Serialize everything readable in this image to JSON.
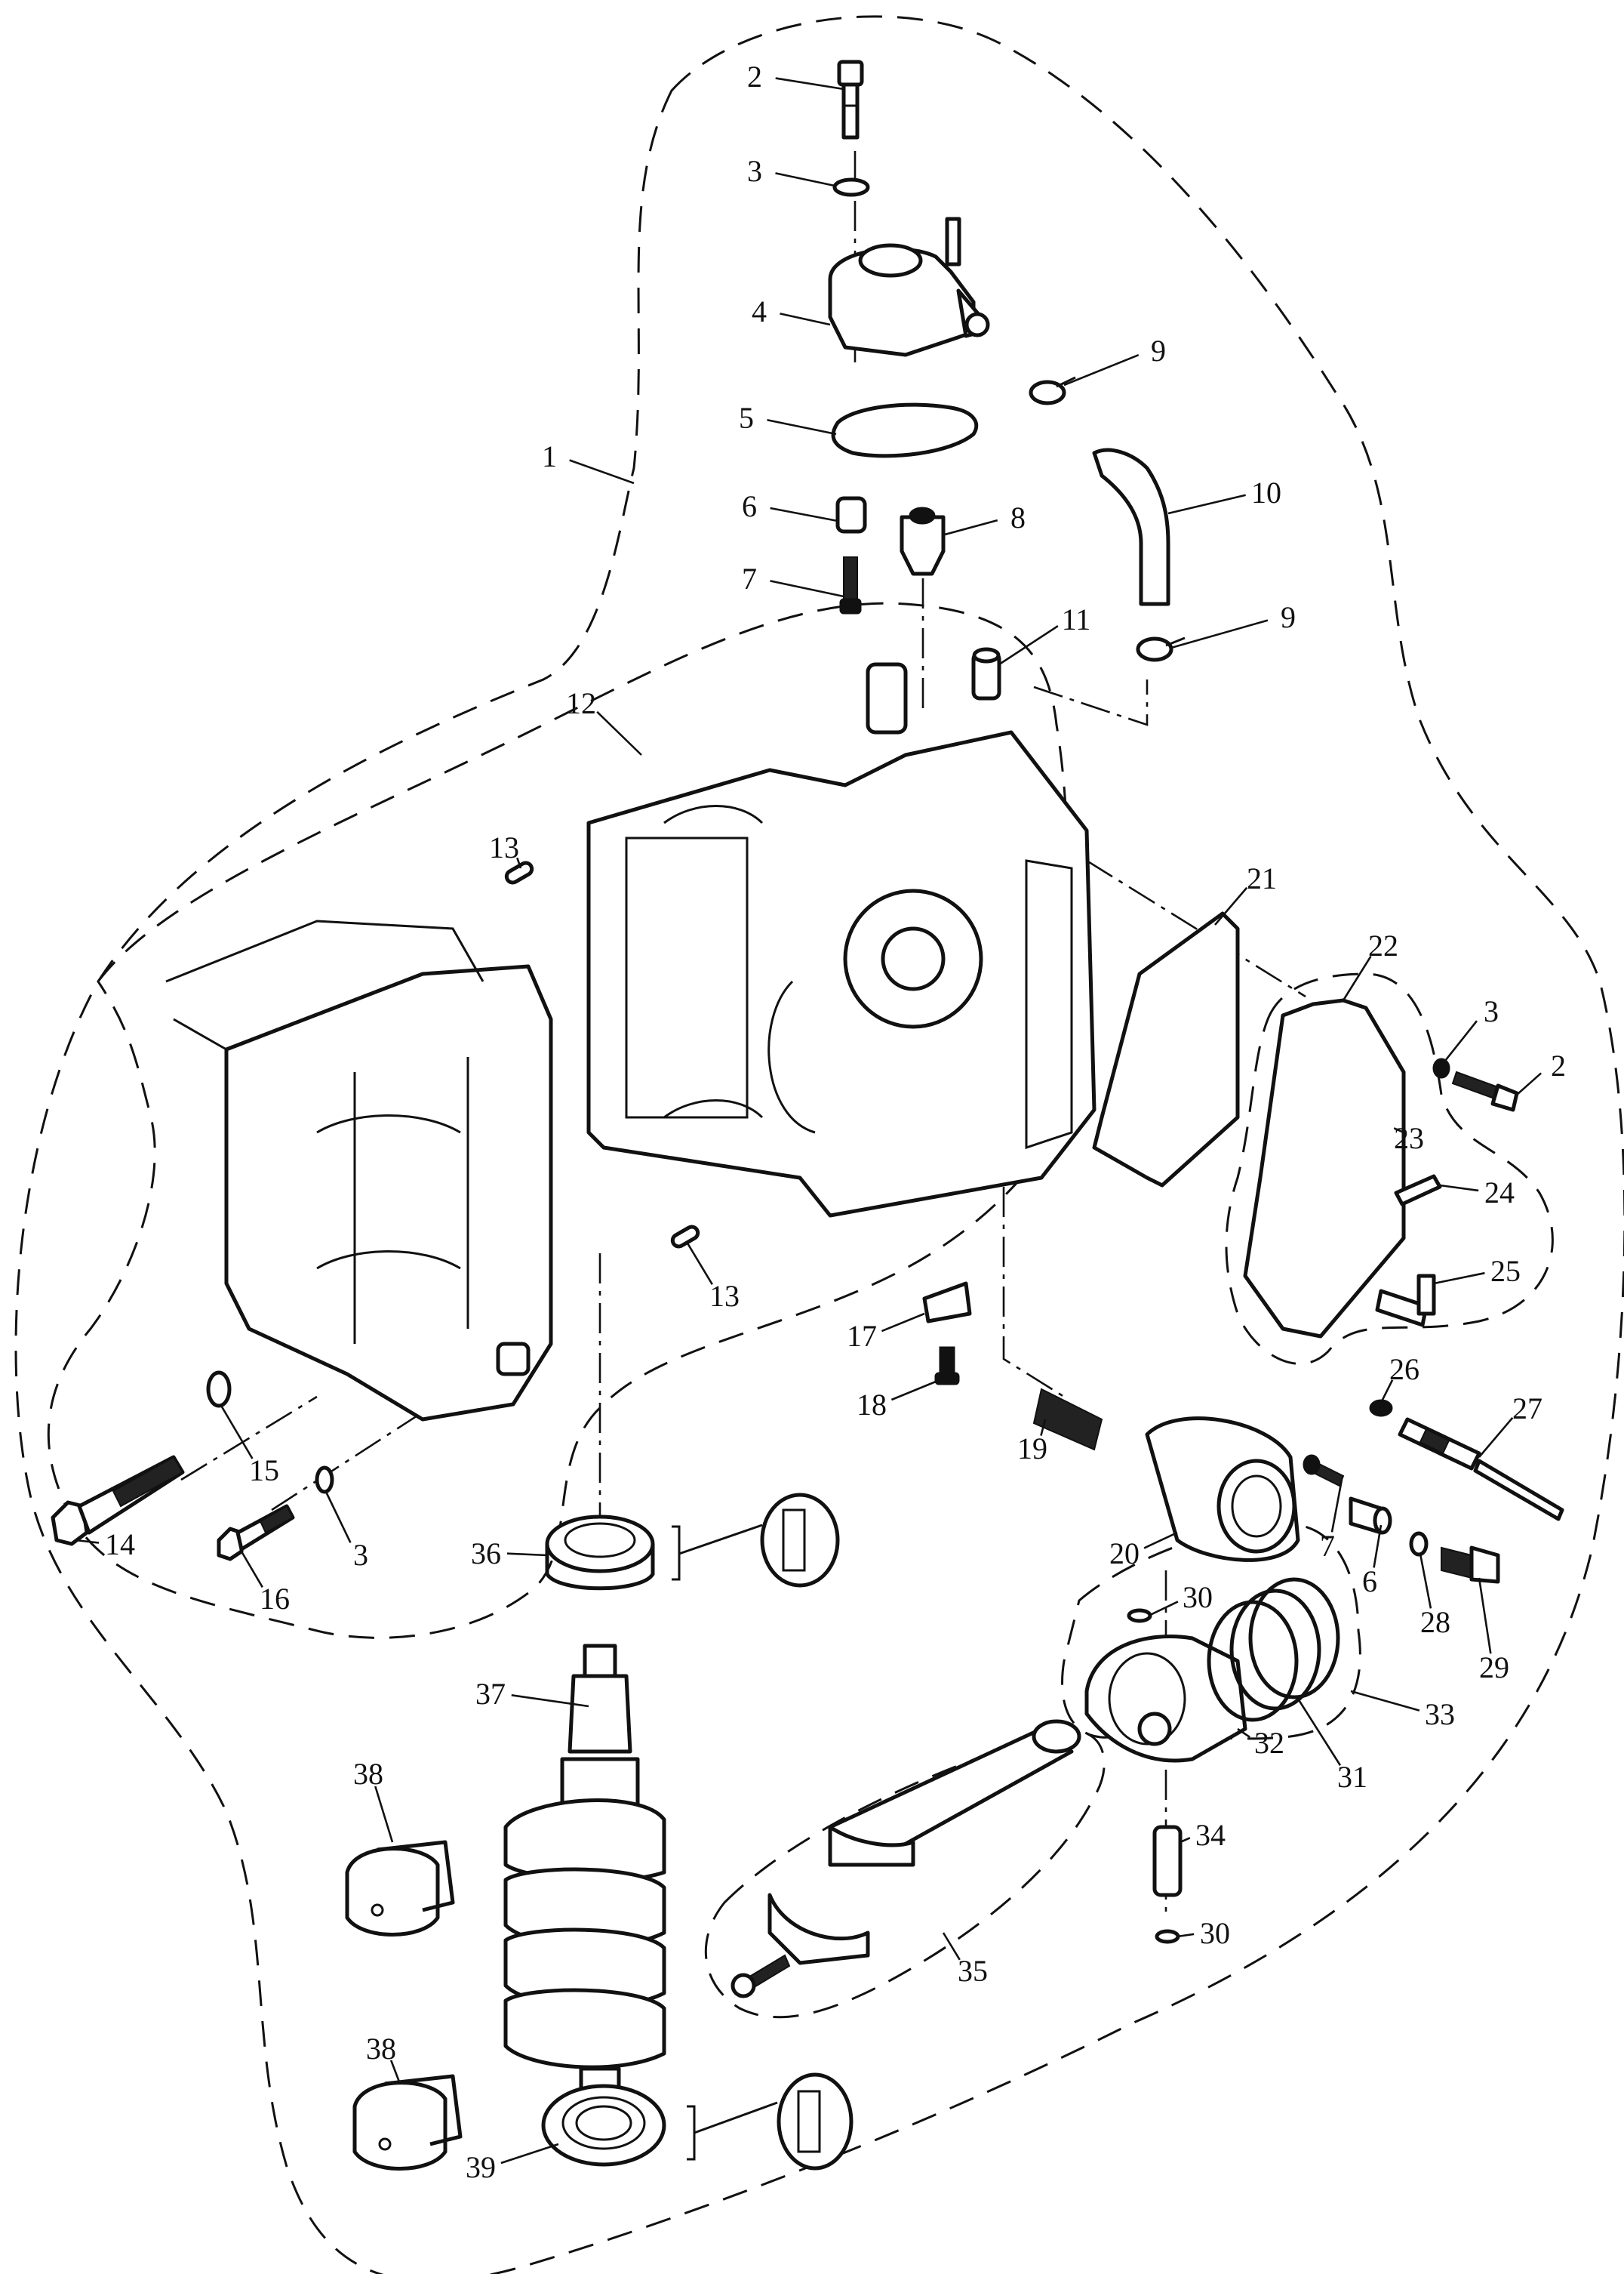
{
  "diagram": {
    "type": "exploded-parts-view",
    "subject": "outboard engine cylinder block / crankshaft / piston assembly",
    "callouts": [
      {
        "id": "c1",
        "label": "1",
        "group": "thermostat-cover-assembly"
      },
      {
        "id": "c2a",
        "label": "2"
      },
      {
        "id": "c3a",
        "label": "3"
      },
      {
        "id": "c4",
        "label": "4"
      },
      {
        "id": "c5",
        "label": "5"
      },
      {
        "id": "c6a",
        "label": "6"
      },
      {
        "id": "c7a",
        "label": "7"
      },
      {
        "id": "c8",
        "label": "8"
      },
      {
        "id": "c9a",
        "label": "9"
      },
      {
        "id": "c10",
        "label": "10"
      },
      {
        "id": "c9b",
        "label": "9"
      },
      {
        "id": "c11",
        "label": "11"
      },
      {
        "id": "c12",
        "label": "12",
        "group": "cylinder-block-assembly"
      },
      {
        "id": "c13a",
        "label": "13"
      },
      {
        "id": "c13b",
        "label": "13"
      },
      {
        "id": "c14",
        "label": "14"
      },
      {
        "id": "c15",
        "label": "15"
      },
      {
        "id": "c16",
        "label": "16"
      },
      {
        "id": "c3b",
        "label": "3"
      },
      {
        "id": "c17",
        "label": "17"
      },
      {
        "id": "c18",
        "label": "18"
      },
      {
        "id": "c19",
        "label": "19"
      },
      {
        "id": "c20",
        "label": "20"
      },
      {
        "id": "c21",
        "label": "21"
      },
      {
        "id": "c22",
        "label": "22",
        "group": "exhaust-cover-assembly"
      },
      {
        "id": "c3c",
        "label": "3"
      },
      {
        "id": "c2b",
        "label": "2"
      },
      {
        "id": "c23",
        "label": "23"
      },
      {
        "id": "c24",
        "label": "24"
      },
      {
        "id": "c25",
        "label": "25"
      },
      {
        "id": "c26",
        "label": "26"
      },
      {
        "id": "c27",
        "label": "27"
      },
      {
        "id": "c7b",
        "label": "7"
      },
      {
        "id": "c6b",
        "label": "6"
      },
      {
        "id": "c28",
        "label": "28"
      },
      {
        "id": "c29",
        "label": "29"
      },
      {
        "id": "c30a",
        "label": "30"
      },
      {
        "id": "c33",
        "label": "33",
        "group": "piston-assembly"
      },
      {
        "id": "c32",
        "label": "32"
      },
      {
        "id": "c31",
        "label": "31"
      },
      {
        "id": "c34",
        "label": "34"
      },
      {
        "id": "c30b",
        "label": "30"
      },
      {
        "id": "c35",
        "label": "35",
        "group": "connecting-rod-assembly"
      },
      {
        "id": "c36",
        "label": "36"
      },
      {
        "id": "c37",
        "label": "37"
      },
      {
        "id": "c38a",
        "label": "38"
      },
      {
        "id": "c38b",
        "label": "38"
      },
      {
        "id": "c39",
        "label": "39"
      }
    ],
    "colors": {
      "ink": "#111111",
      "paper": "#ffffff"
    }
  }
}
